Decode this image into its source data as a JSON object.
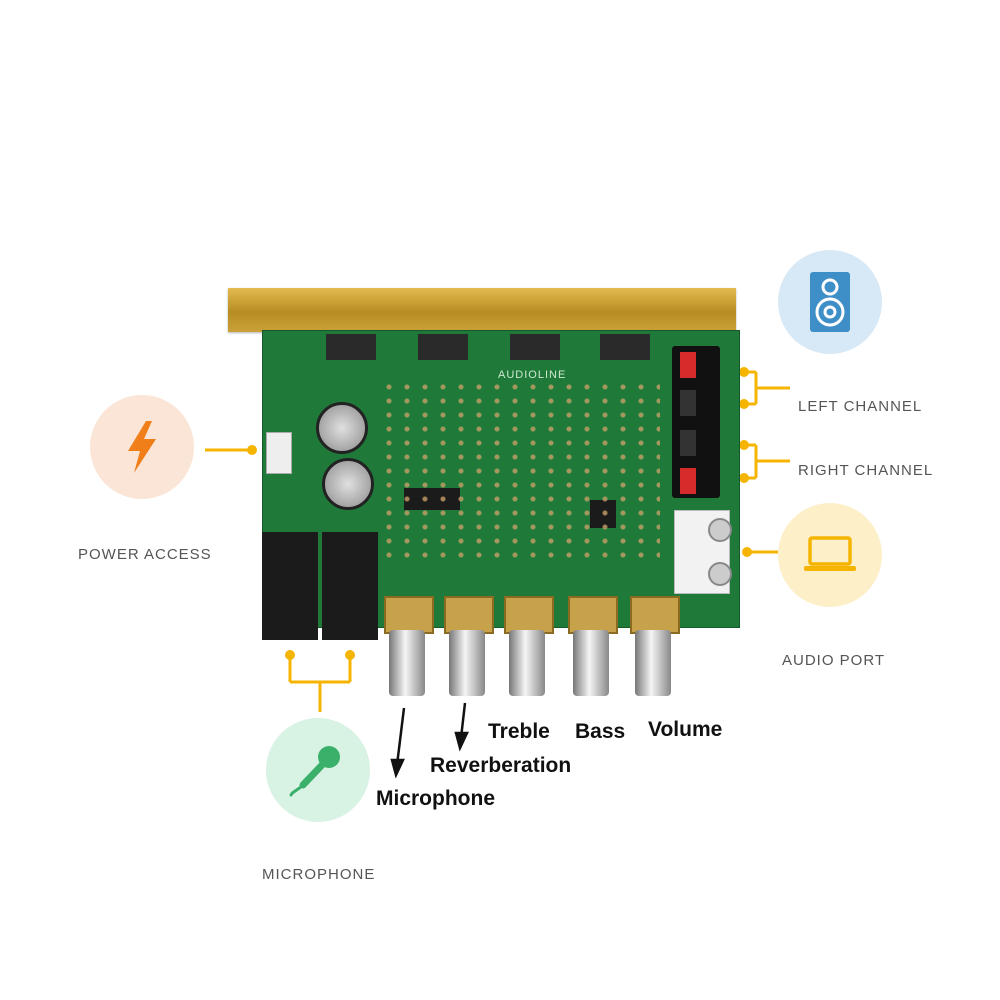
{
  "callouts": {
    "power": {
      "label": "POWER ACCESS",
      "icon": "lightning-icon",
      "bg": "#fbe5d6",
      "accent": "#f07f1a"
    },
    "left_channel": {
      "label": "LEFT CHANNEL"
    },
    "right_channel": {
      "label": "RIGHT CHANNEL"
    },
    "speaker": {
      "icon": "speaker-icon",
      "bg": "#d7e9f6",
      "accent": "#3e8fc7"
    },
    "audio_port": {
      "label": "AUDIO PORT",
      "icon": "laptop-icon",
      "bg": "#fdf0c9",
      "accent": "#f5b400"
    },
    "microphone": {
      "label": "MICROPHONE",
      "icon": "microphone-icon",
      "bg": "#d8f2e4",
      "accent": "#3bb06b"
    }
  },
  "knobs": {
    "microphone": "Microphone",
    "reverberation": "Reverberation",
    "treble": "Treble",
    "bass": "Bass",
    "volume": "Volume"
  },
  "board": {
    "silkscreen": "AUDIOLINE",
    "connector_color": "#f5b400"
  }
}
